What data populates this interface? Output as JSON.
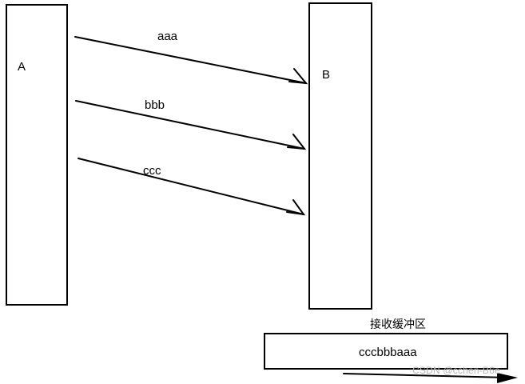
{
  "nodes": {
    "sender": {
      "label": "A"
    },
    "receiver": {
      "label": "B"
    }
  },
  "messages": [
    {
      "text": "aaa"
    },
    {
      "text": "bbb"
    },
    {
      "text": "ccc"
    }
  ],
  "buffer": {
    "title": "接收缓冲区",
    "content": "cccbbbaaa"
  },
  "watermark": "CSDN @cchen-B6e"
}
